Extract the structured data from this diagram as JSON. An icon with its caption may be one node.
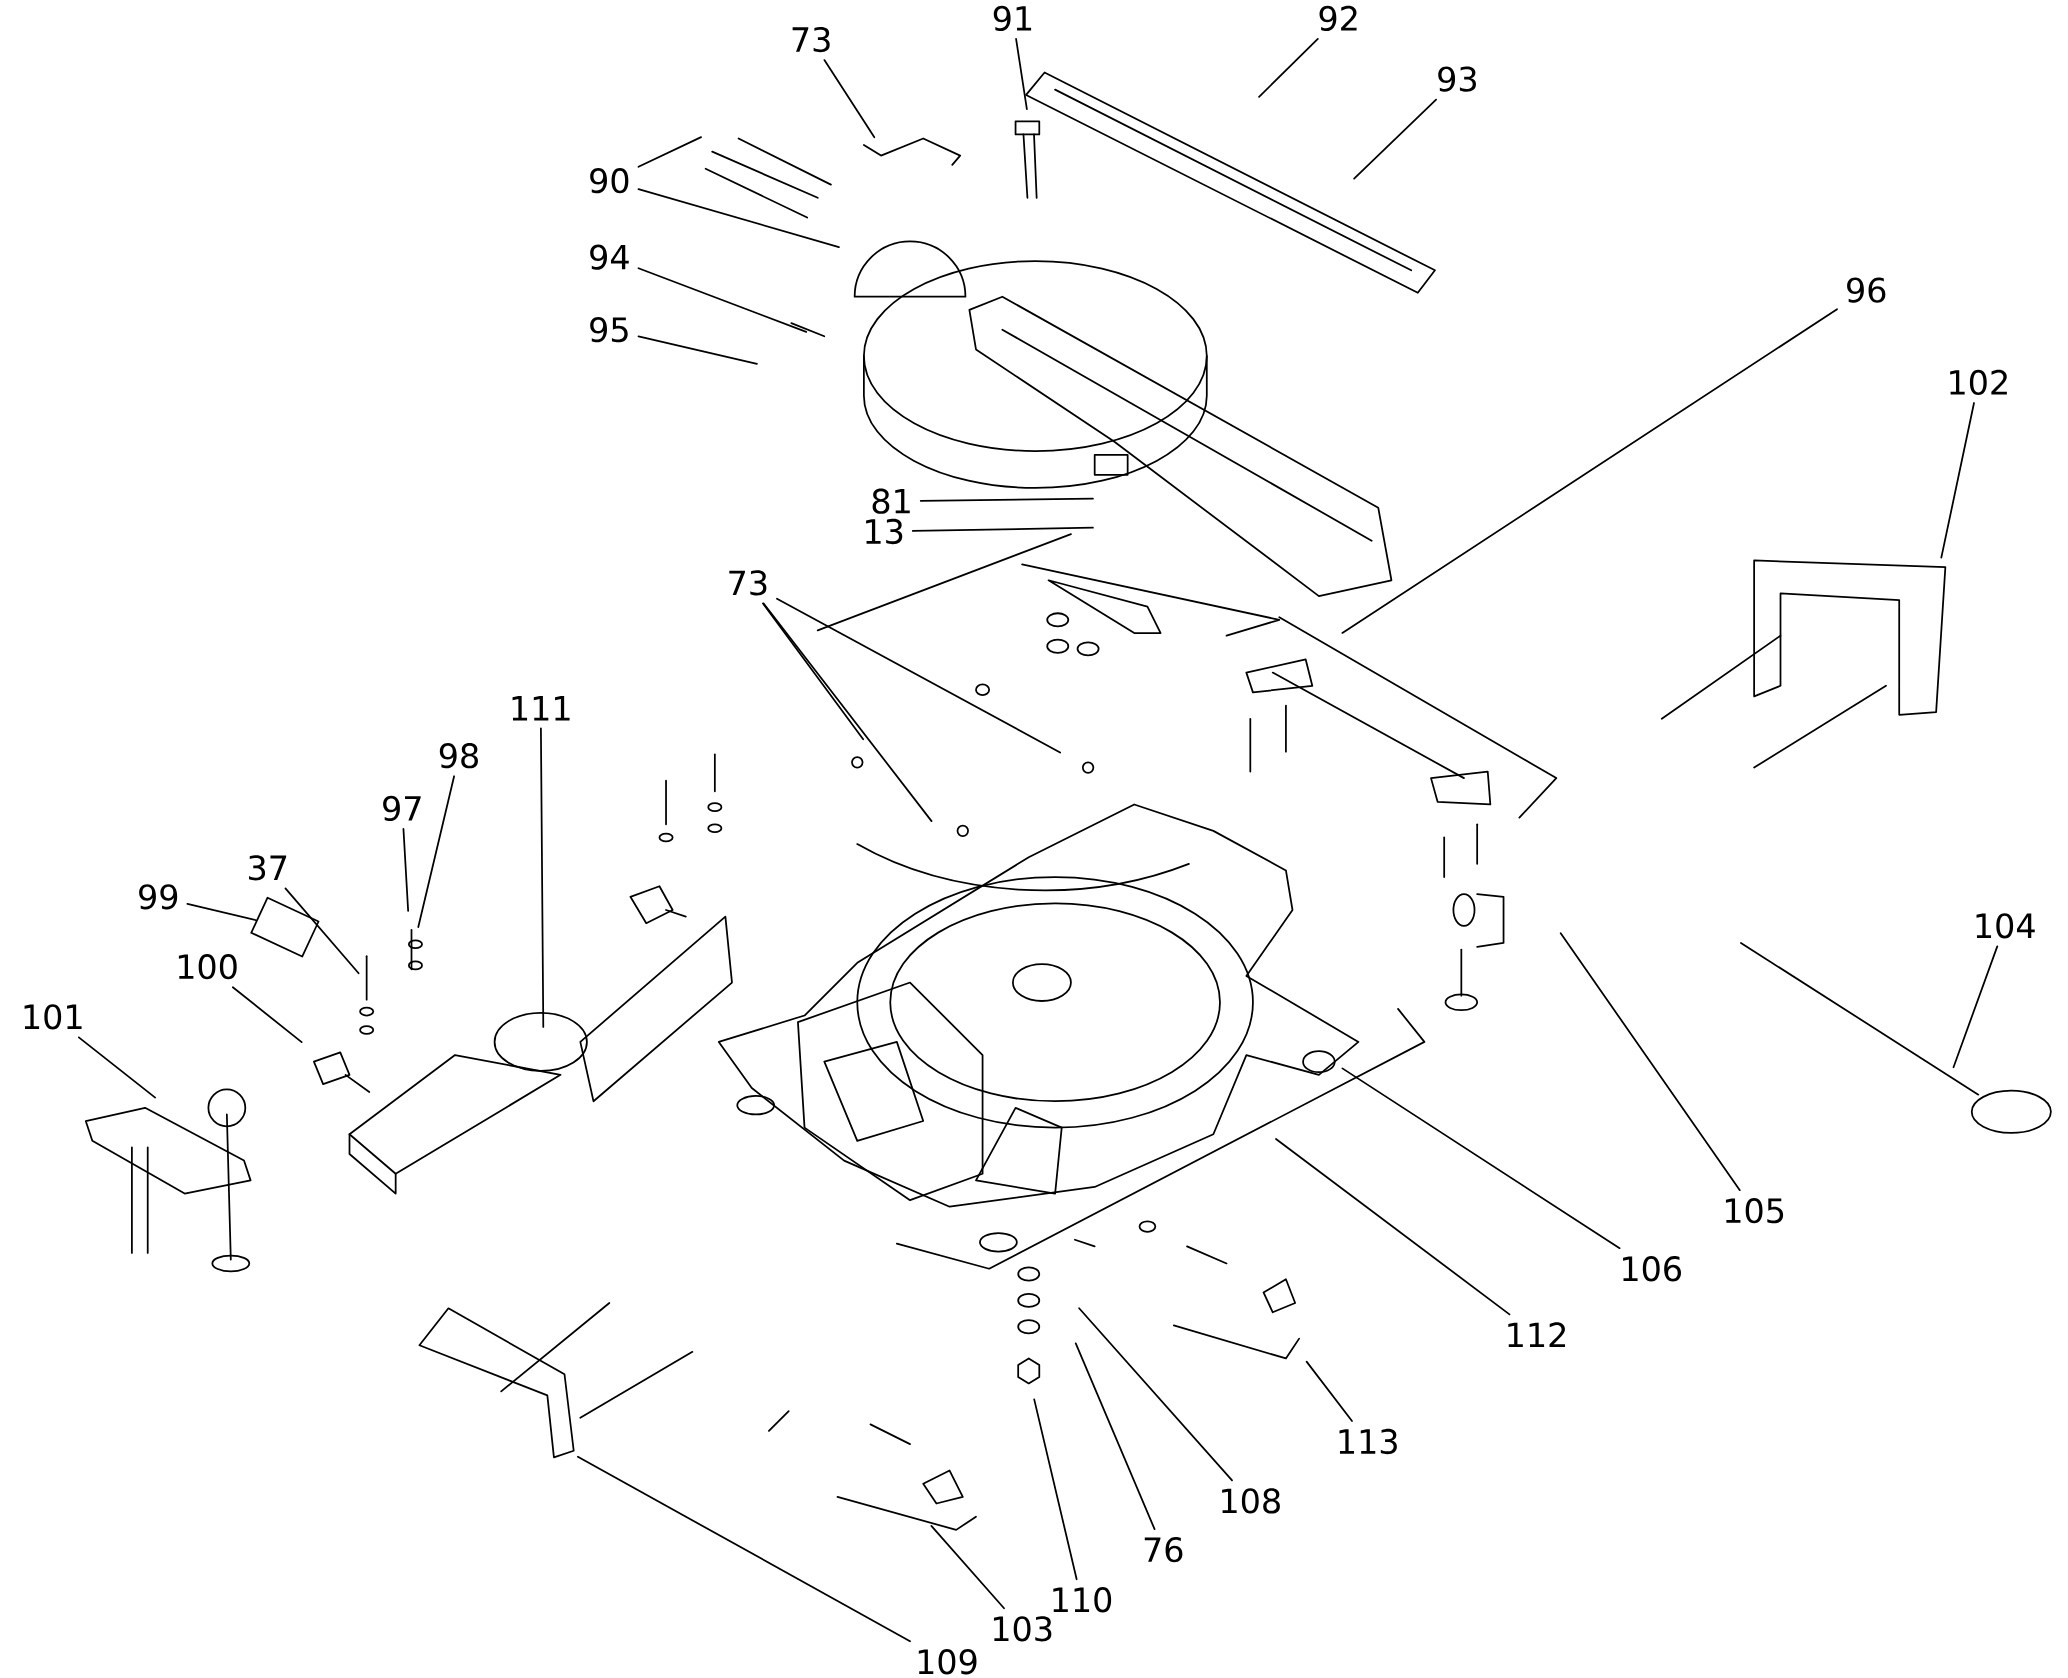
{
  "diagram": {
    "nodes": [
      {
        "text": [
          "91"
        ]
      },
      {
        "text": [
          "73"
        ]
      },
      {
        "text": [
          "92"
        ]
      },
      {
        "text": [
          "93"
        ]
      },
      {
        "text": [
          "90"
        ]
      },
      {
        "text": [
          "94"
        ]
      },
      {
        "text": [
          "95"
        ]
      },
      {
        "text": [
          "96"
        ]
      },
      {
        "text": [
          "102"
        ]
      },
      {
        "text": [
          "81"
        ]
      },
      {
        "text": [
          "13"
        ]
      },
      {
        "text": [
          "73"
        ]
      },
      {
        "text": [
          "111"
        ]
      },
      {
        "text": [
          "98"
        ]
      },
      {
        "text": [
          "97"
        ]
      },
      {
        "text": [
          "37"
        ]
      },
      {
        "text": [
          "99"
        ]
      },
      {
        "text": [
          "100"
        ]
      },
      {
        "text": [
          "101"
        ]
      },
      {
        "text": [
          "104"
        ]
      },
      {
        "text": [
          "105"
        ]
      },
      {
        "text": [
          "106"
        ]
      },
      {
        "text": [
          "112"
        ]
      },
      {
        "text": [
          "113"
        ]
      },
      {
        "text": [
          "108"
        ]
      },
      {
        "text": [
          "76"
        ]
      },
      {
        "text": [
          "110"
        ]
      },
      {
        "text": [
          "103"
        ]
      },
      {
        "text": [
          "109"
        ]
      },
      {
        "text": [],
        "shape": "picture"
      }
    ],
    "edges": [
      {
        "from": 0,
        "to": null,
        "arrow": "none"
      },
      {
        "from": 1,
        "to": null,
        "arrow": "none"
      },
      {
        "from": 2,
        "to": null,
        "arrow": "none"
      },
      {
        "from": 3,
        "to": null,
        "arrow": "none"
      },
      {
        "from": 4,
        "to": null,
        "arrow": "none"
      },
      {
        "from": 4,
        "to": null,
        "arrow": "none"
      },
      {
        "from": 5,
        "to": null,
        "arrow": "none"
      },
      {
        "from": 6,
        "to": null,
        "arrow": "none"
      },
      {
        "from": 7,
        "to": null,
        "arrow": "none"
      },
      {
        "from": 8,
        "to": null,
        "arrow": "none"
      },
      {
        "from": 9,
        "to": null,
        "arrow": "none"
      },
      {
        "from": 10,
        "to": null,
        "arrow": "none"
      },
      {
        "from": 11,
        "to": null,
        "arrow": "none"
      },
      {
        "from": 11,
        "to": null,
        "arrow": "none"
      },
      {
        "from": 11,
        "to": null,
        "arrow": "none"
      },
      {
        "from": 12,
        "to": null,
        "arrow": "none"
      },
      {
        "from": 13,
        "to": null,
        "arrow": "none"
      },
      {
        "from": 14,
        "to": null,
        "arrow": "none"
      },
      {
        "from": 15,
        "to": null,
        "arrow": "none"
      },
      {
        "from": 16,
        "to": 29,
        "arrow": "none"
      },
      {
        "from": 17,
        "to": null,
        "arrow": "none"
      },
      {
        "from": 18,
        "to": null,
        "arrow": "none"
      },
      {
        "from": 19,
        "to": null,
        "arrow": "none"
      },
      {
        "from": 20,
        "to": null,
        "arrow": "none"
      },
      {
        "from": 21,
        "to": null,
        "arrow": "none"
      },
      {
        "from": 22,
        "to": null,
        "arrow": "none"
      },
      {
        "from": 23,
        "to": null,
        "arrow": "none"
      },
      {
        "from": 24,
        "to": null,
        "arrow": "none"
      },
      {
        "from": 25,
        "to": null,
        "arrow": "none"
      },
      {
        "from": 26,
        "to": null,
        "arrow": "none"
      },
      {
        "from": 27,
        "to": null,
        "arrow": "none"
      },
      {
        "from": 28,
        "to": null,
        "arrow": "none"
      }
    ]
  }
}
